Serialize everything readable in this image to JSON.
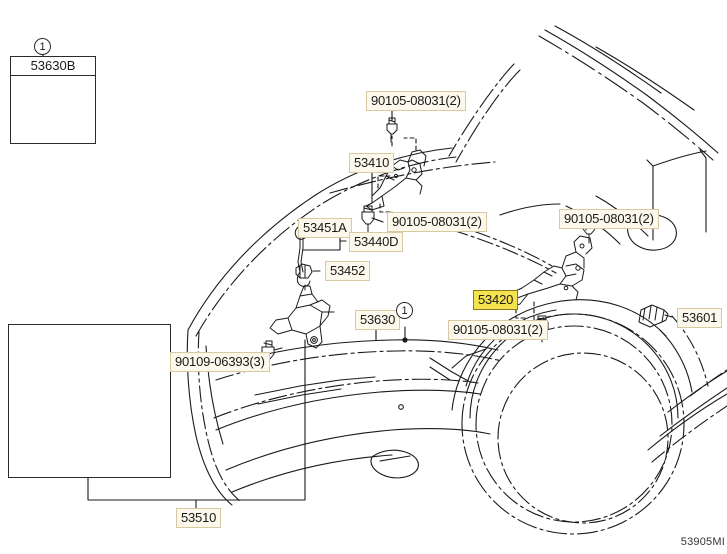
{
  "diagram": {
    "corner_code": "53905MI",
    "inset_top_left": {
      "title": "53630B",
      "marker": "1"
    },
    "inset_bottom_left": {
      "label": "53510"
    },
    "markers": [
      {
        "name": "marker-top-left",
        "text": "1"
      },
      {
        "name": "marker-hood-53630",
        "text": "1"
      }
    ],
    "labels": [
      {
        "id": "lbl-53630b",
        "text": "53630B",
        "highlight": false
      },
      {
        "id": "lbl-90105-a",
        "text": "90105-08031(2)",
        "highlight": false
      },
      {
        "id": "lbl-53410",
        "text": "53410",
        "highlight": false
      },
      {
        "id": "lbl-53451a",
        "text": "53451A",
        "highlight": false
      },
      {
        "id": "lbl-90105-b",
        "text": "90105-08031(2)",
        "highlight": false
      },
      {
        "id": "lbl-53440d",
        "text": "53440D",
        "highlight": false
      },
      {
        "id": "lbl-53452",
        "text": "53452",
        "highlight": false
      },
      {
        "id": "lbl-90105-c",
        "text": "90105-08031(2)",
        "highlight": false
      },
      {
        "id": "lbl-53420",
        "text": "53420",
        "highlight": true
      },
      {
        "id": "lbl-90105-d",
        "text": "90105-08031(2)",
        "highlight": false
      },
      {
        "id": "lbl-53601",
        "text": "53601",
        "highlight": false
      },
      {
        "id": "lbl-53630",
        "text": "53630",
        "highlight": false
      },
      {
        "id": "lbl-90109",
        "text": "90109-06393(3)",
        "highlight": false
      },
      {
        "id": "lbl-53510",
        "text": "53510",
        "highlight": false
      }
    ],
    "colors": {
      "label_bg": "#fdf8ec",
      "label_border": "#d9c9a3",
      "highlight_bg": "#f5e24f",
      "highlight_border": "#8d7a1b",
      "line": "#1a1a1a"
    }
  }
}
